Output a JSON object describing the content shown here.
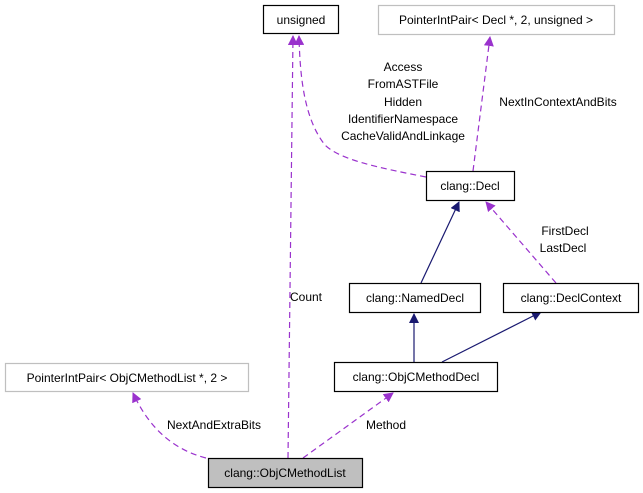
{
  "nodes": {
    "unsigned": "unsigned",
    "pip_decl": "PointerIntPair< Decl *, 2, unsigned >",
    "decl": "clang::Decl",
    "named_decl": "clang::NamedDecl",
    "decl_context": "clang::DeclContext",
    "objc_method_decl": "clang::ObjCMethodDecl",
    "pip_objc": "PointerIntPair< ObjCMethodList *, 2 >",
    "objc_method_list": "clang::ObjCMethodList"
  },
  "edge_labels": {
    "decl_unsigned": [
      "Access",
      "FromASTFile",
      "Hidden",
      "IdentifierNamespace",
      "CacheValidAndLinkage"
    ],
    "decl_pip": "NextInContextAndBits",
    "declcontext_decl": [
      "FirstDecl",
      "LastDecl"
    ],
    "count": "Count",
    "method": "Method",
    "next_and_extra_bits": "NextAndExtraBits"
  },
  "colors": {
    "usage_edge": "#9a32cd",
    "inheritance_edge": "#191970",
    "current_node_fill": "#bfbfbf",
    "external_node_border": "#bfbfbf"
  }
}
